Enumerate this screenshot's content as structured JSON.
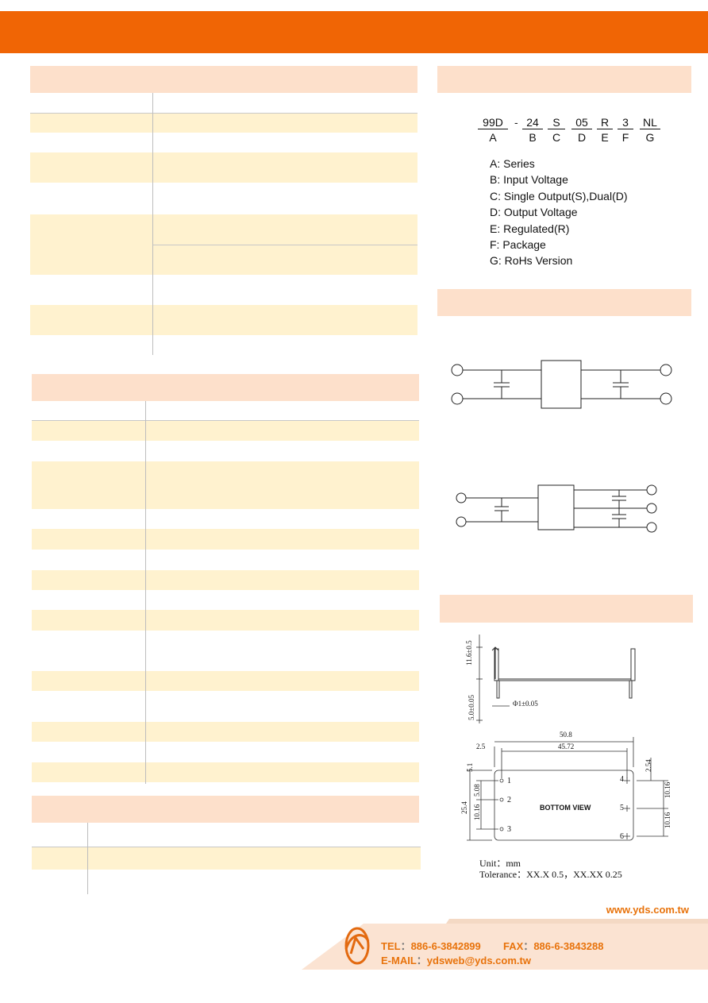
{
  "colors": {
    "brand_orange": "#f06505",
    "section_header": "#fde0cb",
    "row_stripe": "#fff2cf",
    "contact_text": "#e8730c"
  },
  "part_number": {
    "codes": [
      {
        "value": "99D",
        "letter": "A"
      },
      {
        "value": "24",
        "letter": "B"
      },
      {
        "value": "S",
        "letter": "C"
      },
      {
        "value": "05",
        "letter": "D"
      },
      {
        "value": "R",
        "letter": "E"
      },
      {
        "value": "3",
        "letter": "F"
      },
      {
        "value": "NL",
        "letter": "G"
      }
    ],
    "dash": "-",
    "legend": [
      "A: Series",
      "B: Input Voltage",
      "C: Single Output(S),Dual(D)",
      "D: Output Voltage",
      "E: Regulated(R)",
      "F: Package",
      "G: RoHs Version"
    ]
  },
  "mechanical": {
    "side_height": "11.6±0.5",
    "pin_length": "5.0±0.05",
    "pin_dia": "Φ1±0.05",
    "width_total": "50.8",
    "pin_span": "45.72",
    "left_offset": "2.5",
    "top_offset": "5.1",
    "right_offset": "2.54",
    "pitch_left": "5.08",
    "pitch_left2": "10.16",
    "height_total": "25.4",
    "right_pitch1": "10.16",
    "right_pitch2": "10.16",
    "pins": [
      "1",
      "2",
      "3",
      "4",
      "5",
      "6"
    ],
    "view_label": "BOTTOM VIEW",
    "unit_line": "Unit：mm",
    "tolerance_line": "Tolerance：XX.X  0.5，XX.XX  0.25"
  },
  "footer": {
    "url": "www.yds.com.tw",
    "tel_label": "TEL",
    "tel_value": "886-6-3842899",
    "fax_label": "FAX",
    "fax_value": "886-6-3843288",
    "email_label": "E-MAIL",
    "email_value": "ydsweb@yds.com.tw",
    "colon": "："
  }
}
